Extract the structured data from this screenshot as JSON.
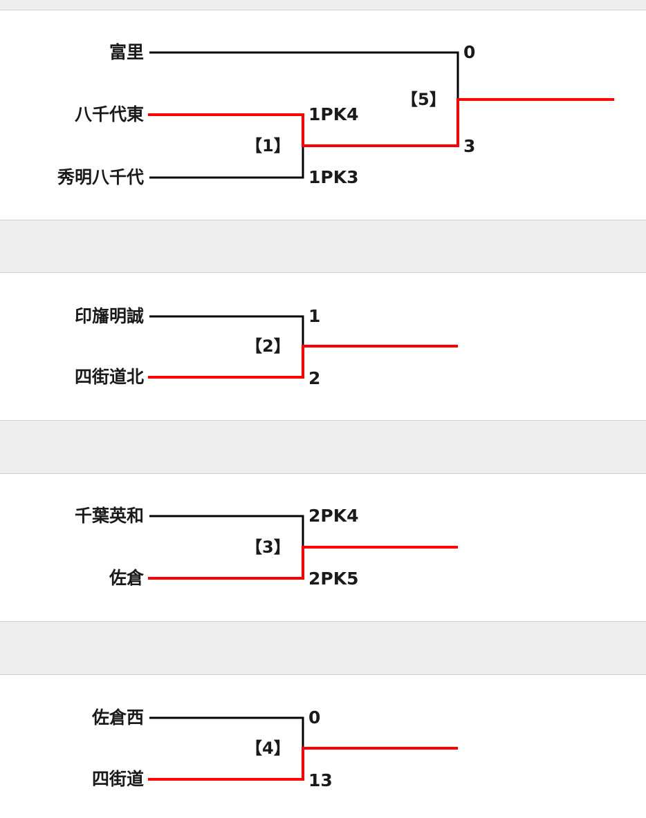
{
  "colors": {
    "winner_line": "#ff0000",
    "loser_line": "#000000",
    "band": "#eeeeee"
  },
  "block1": {
    "team_top": "富里",
    "team_mid": "八千代東",
    "team_bot": "秀明八千代",
    "match1": {
      "label": "【1】",
      "score_top": "1PK4",
      "score_bot": "1PK3"
    },
    "match5": {
      "label": "【5】",
      "score_top": "0",
      "score_bot": "3"
    }
  },
  "block2": {
    "team_top": "印旛明誠",
    "team_bot": "四街道北",
    "match": {
      "label": "【2】",
      "score_top": "1",
      "score_bot": "2"
    }
  },
  "block3": {
    "team_top": "千葉英和",
    "team_bot": "佐倉",
    "match": {
      "label": "【3】",
      "score_top": "2PK4",
      "score_bot": "2PK5"
    }
  },
  "block4": {
    "team_top": "佐倉西",
    "team_bot": "四街道",
    "match": {
      "label": "【4】",
      "score_top": "0",
      "score_bot": "13"
    }
  }
}
